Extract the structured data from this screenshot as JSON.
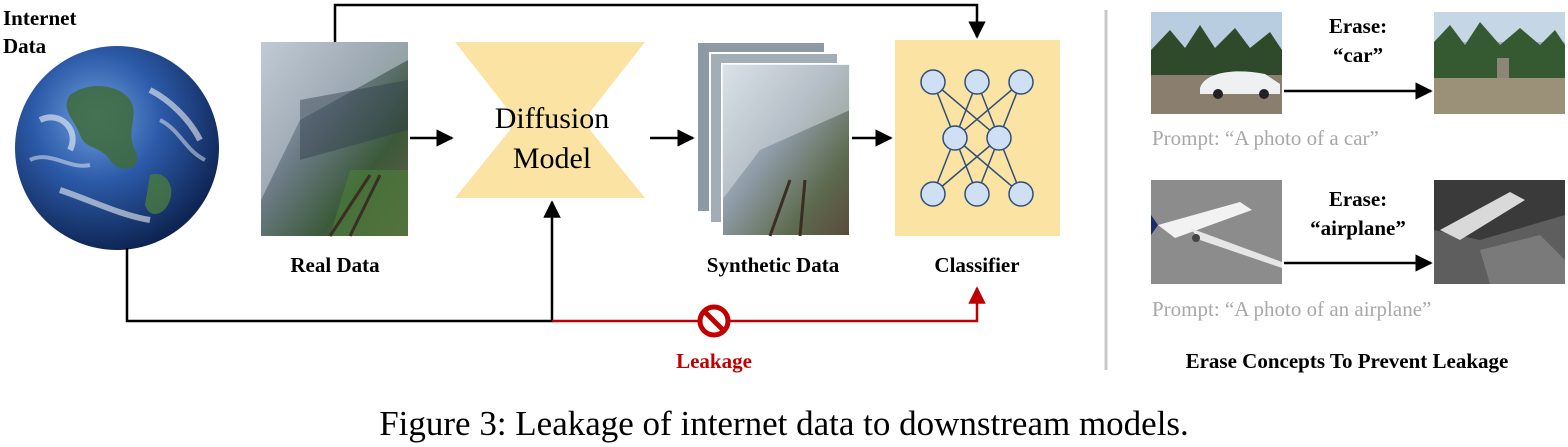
{
  "left_panel": {
    "internet_data_label": [
      "Internet",
      "Data"
    ],
    "real_data_label": "Real Data",
    "diffusion_model_label": [
      "Diffusion",
      "Model"
    ],
    "synthetic_data_label": "Synthetic Data",
    "classifier_label": "Classifier",
    "leakage_label": "Leakage"
  },
  "right_panel": {
    "examples": [
      {
        "erase_label": "Erase:",
        "concept": "“car”",
        "prompt": "Prompt: “A photo of a car”"
      },
      {
        "erase_label": "Erase:",
        "concept": "“airplane”",
        "prompt": "Prompt: “A photo of an airplane”"
      }
    ],
    "title": "Erase Concepts To Prevent Leakage"
  },
  "caption": "Figure 3: Leakage of internet data to downstream models.",
  "colors": {
    "box_fill": "#fbe3a3",
    "leakage_red": "#c00000",
    "node_fill": "#cfe0f5",
    "node_stroke": "#2f4f7a",
    "prompt_gray": "#a8a8a8"
  }
}
